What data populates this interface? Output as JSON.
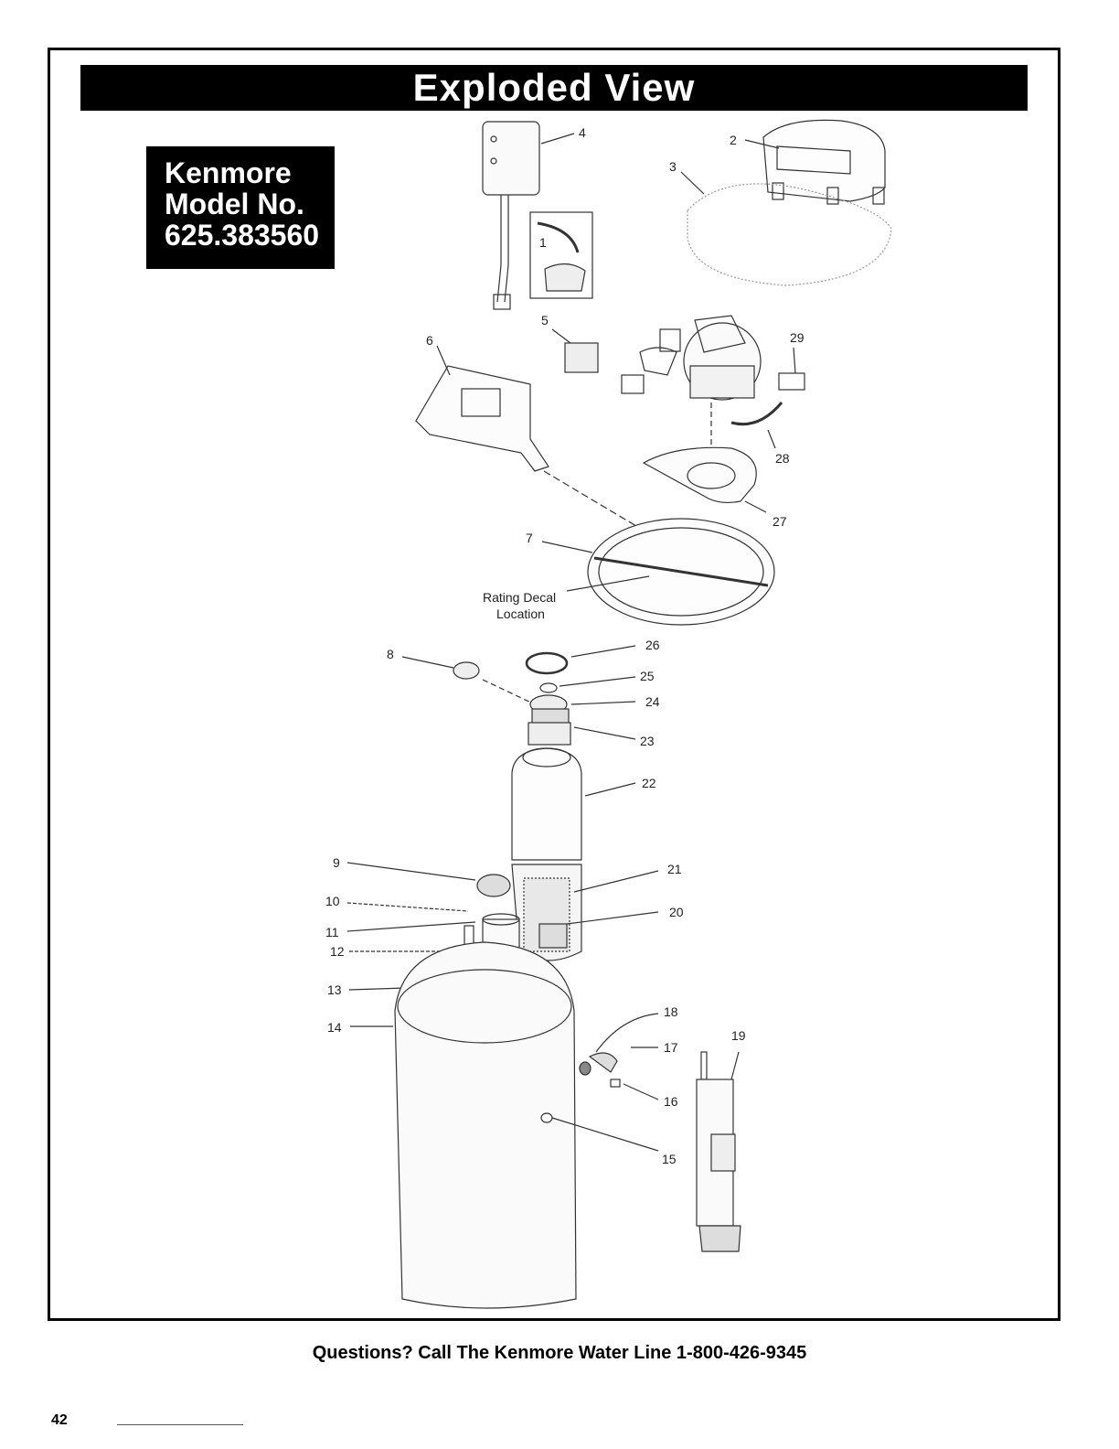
{
  "banner": {
    "title": "Exploded View"
  },
  "model": {
    "line1": "Kenmore",
    "line2": "Model No.",
    "line3": "625.383560"
  },
  "diagram": {
    "rating_decal_line1": "Rating Decal",
    "rating_decal_line2": "Location",
    "callouts": [
      "1",
      "2",
      "3",
      "4",
      "5",
      "6",
      "7",
      "8",
      "9",
      "10",
      "11",
      "12",
      "13",
      "14",
      "15",
      "16",
      "17",
      "18",
      "19",
      "20",
      "21",
      "22",
      "23",
      "24",
      "25",
      "26",
      "27",
      "28",
      "29"
    ]
  },
  "footer": {
    "text": "Questions? Call The Kenmore Water Line 1-800-426-9345"
  },
  "page": {
    "number": "42"
  }
}
